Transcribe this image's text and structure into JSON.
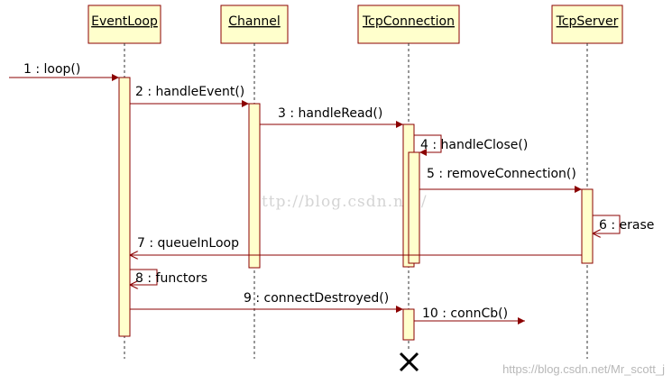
{
  "colors": {
    "box_fill": "#ffffcc",
    "box_stroke": "#8b0000",
    "line": "#8b0000",
    "text": "#000000",
    "watermark": "#d0d0d0"
  },
  "lifelines": [
    {
      "id": "eventloop",
      "name": "EventLoop"
    },
    {
      "id": "channel",
      "name": "Channel"
    },
    {
      "id": "tcpconnection",
      "name": "TcpConnection"
    },
    {
      "id": "tcpserver",
      "name": "TcpServer"
    }
  ],
  "messages": [
    {
      "id": "m1",
      "label": "1 : loop()",
      "from": "external",
      "to": "eventloop",
      "kind": "sync"
    },
    {
      "id": "m2",
      "label": "2 : handleEvent()",
      "from": "eventloop",
      "to": "channel",
      "kind": "sync"
    },
    {
      "id": "m3",
      "label": "3 : handleRead()",
      "from": "channel",
      "to": "tcpconnection",
      "kind": "sync"
    },
    {
      "id": "m4",
      "label": "4 : handleClose()",
      "from": "tcpconnection",
      "to": "tcpconnection",
      "kind": "self"
    },
    {
      "id": "m5",
      "label": "5 : removeConnection()",
      "from": "tcpconnection",
      "to": "tcpserver",
      "kind": "sync"
    },
    {
      "id": "m6",
      "label": "6 : erase",
      "from": "tcpserver",
      "to": "tcpserver",
      "kind": "self"
    },
    {
      "id": "m7",
      "label": "7 : queueInLoop",
      "from": "tcpserver",
      "to": "eventloop",
      "kind": "return"
    },
    {
      "id": "m8",
      "label": "8 : functors",
      "from": "eventloop",
      "to": "eventloop",
      "kind": "self"
    },
    {
      "id": "m9",
      "label": "9 : connectDestroyed()",
      "from": "eventloop",
      "to": "tcpconnection",
      "kind": "sync"
    },
    {
      "id": "m10",
      "label": "10 : connCb()",
      "from": "tcpconnection",
      "to": "external",
      "kind": "sync"
    }
  ],
  "watermarks": {
    "center": "http://blog.csdn.net/",
    "corner": "https://blog.csdn.net/Mr_scott_j"
  }
}
